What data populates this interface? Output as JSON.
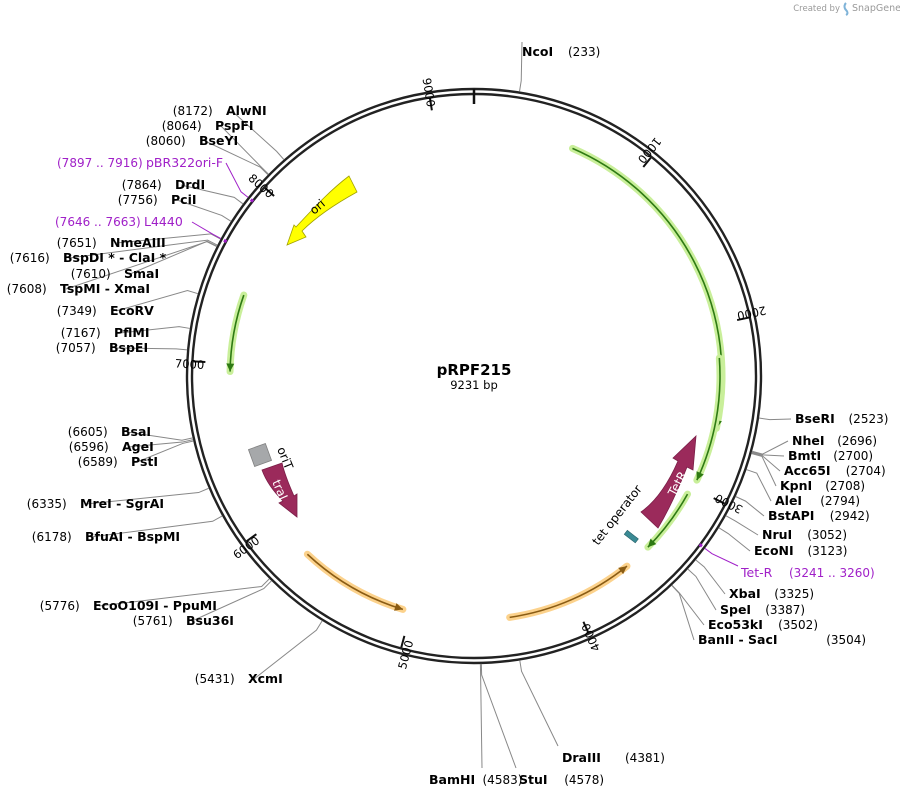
{
  "header": {
    "credit": "Created by",
    "brand": "SnapGene"
  },
  "plasmid": {
    "name": "pRPF215",
    "size_label": "9231 bp",
    "length": 9231
  },
  "colors": {
    "primer": "#a020c8",
    "feature_maroon": "#9b2a5b",
    "ori": "#ffff00",
    "orit": "#a6a8aa",
    "tet_operator": "#3a8a94",
    "green_arc": "#2e7a13",
    "green_glow": "#c9ef9a",
    "orange_arc": "#8a5c14",
    "orange_glow": "#fcd28c"
  },
  "ticks": [
    {
      "bp": 1000,
      "label": "1000"
    },
    {
      "bp": 2000,
      "label": "2000"
    },
    {
      "bp": 3000,
      "label": "3000"
    },
    {
      "bp": 4000,
      "label": "4000"
    },
    {
      "bp": 5000,
      "label": "5000"
    },
    {
      "bp": 6000,
      "label": "6000"
    },
    {
      "bp": 7000,
      "label": "7000"
    },
    {
      "bp": 8000,
      "label": "8000"
    },
    {
      "bp": 9000,
      "label": "9000"
    }
  ],
  "sites": [
    {
      "name": "NcoI",
      "pos": "(233)",
      "bp": 233
    },
    {
      "name": "BseRI",
      "pos": "(2523)",
      "bp": 2523
    },
    {
      "name": "NheI",
      "pos": "(2696)",
      "bp": 2696
    },
    {
      "name": "BmtI",
      "pos": "(2700)",
      "bp": 2700
    },
    {
      "name": "Acc65I",
      "pos": "(2704)",
      "bp": 2704
    },
    {
      "name": "KpnI",
      "pos": "(2708)",
      "bp": 2708
    },
    {
      "name": "AleI",
      "pos": "(2794)",
      "bp": 2794
    },
    {
      "name": "BstAPI",
      "pos": "(2942)",
      "bp": 2942
    },
    {
      "name": "NruI",
      "pos": "(3052)",
      "bp": 3052
    },
    {
      "name": "EcoNI",
      "pos": "(3123)",
      "bp": 3123
    },
    {
      "name": "XbaI",
      "pos": "(3325)",
      "bp": 3325
    },
    {
      "name": "SpeI",
      "pos": "(3387)",
      "bp": 3387
    },
    {
      "name": "Eco53kI",
      "pos": "(3502)",
      "bp": 3502
    },
    {
      "name": "BanII  -  SacI",
      "pos": "(3504)",
      "bp": 3504
    },
    {
      "name": "DraIII",
      "pos": "(4381)",
      "bp": 4381
    },
    {
      "name": "StuI",
      "pos": "(4578)",
      "bp": 4578
    },
    {
      "name": "BamHI",
      "pos": "(4583)",
      "bp": 4583
    },
    {
      "name": "XcmI",
      "pos": "(5431)",
      "bp": 5431
    },
    {
      "name": "Bsu36I",
      "pos": "(5761)",
      "bp": 5761
    },
    {
      "name": "EcoO109I  -  PpuMI",
      "pos": "(5776)",
      "bp": 5776
    },
    {
      "name": "BfuAI  -  BspMI",
      "pos": "(6178)",
      "bp": 6178
    },
    {
      "name": "MreI  -  SgrAI",
      "pos": "(6335)",
      "bp": 6335
    },
    {
      "name": "PstI",
      "pos": "(6589)",
      "bp": 6589
    },
    {
      "name": "AgeI",
      "pos": "(6596)",
      "bp": 6596
    },
    {
      "name": "BsaI",
      "pos": "(6605)",
      "bp": 6605
    },
    {
      "name": "BspEI",
      "pos": "(7057)",
      "bp": 7057
    },
    {
      "name": "PflMI",
      "pos": "(7167)",
      "bp": 7167
    },
    {
      "name": "EcoRV",
      "pos": "(7349)",
      "bp": 7349
    },
    {
      "name": "TspMI  -  XmaI",
      "pos": "(7608)",
      "bp": 7608
    },
    {
      "name": "SmaI",
      "pos": "(7610)",
      "bp": 7610
    },
    {
      "name": "BspDI *  -  ClaI *",
      "pos": "(7616)",
      "bp": 7616
    },
    {
      "name": "NmeAIII",
      "pos": "(7651)",
      "bp": 7651
    },
    {
      "name": "PciI",
      "pos": "(7756)",
      "bp": 7756
    },
    {
      "name": "DrdI",
      "pos": "(7864)",
      "bp": 7864
    },
    {
      "name": "BseYI",
      "pos": "(8060)",
      "bp": 8060
    },
    {
      "name": "PspFI",
      "pos": "(8064)",
      "bp": 8064
    },
    {
      "name": "AlwNI",
      "pos": "(8172)",
      "bp": 8172
    }
  ],
  "primers": [
    {
      "name": "pBR322ori-F",
      "pos": "(7897 .. 7916)",
      "bp": 7906
    },
    {
      "name": "L4440",
      "pos": "(7646 .. 7663)",
      "bp": 7654
    },
    {
      "name": "Tet-R",
      "pos": "(3241 .. 3260)",
      "bp": 3250
    }
  ],
  "features": [
    {
      "name": "ori",
      "kind": "arrow"
    },
    {
      "name": "oriT",
      "kind": "box"
    },
    {
      "name": "traJ",
      "kind": "arrow"
    },
    {
      "name": "TetR",
      "kind": "arrow"
    },
    {
      "name": "tet operator",
      "kind": "box"
    }
  ]
}
